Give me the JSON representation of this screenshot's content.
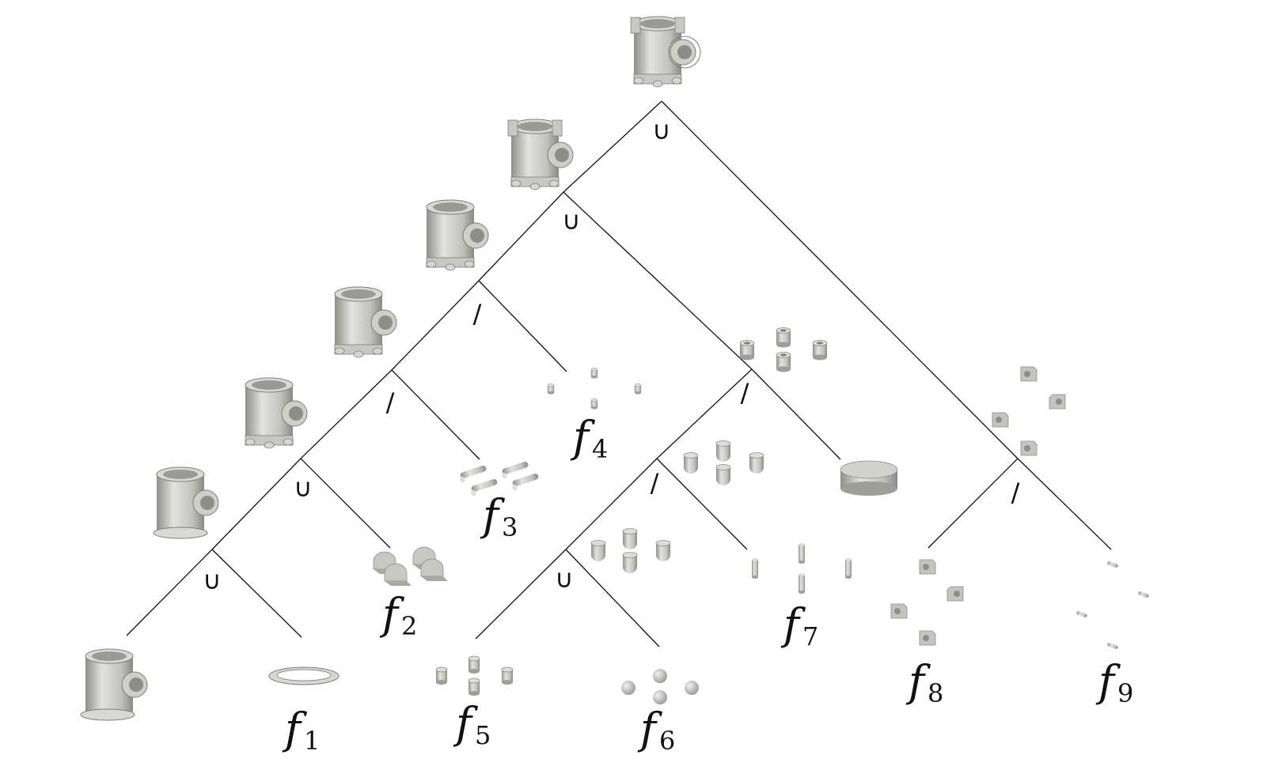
{
  "diagram": {
    "operators": [
      {
        "id": "op-root",
        "symbol": "∪"
      },
      {
        "id": "op-a",
        "symbol": "∪"
      },
      {
        "id": "op-b",
        "symbol": "/"
      },
      {
        "id": "op-c",
        "symbol": "/"
      },
      {
        "id": "op-d",
        "symbol": "∪"
      },
      {
        "id": "op-e",
        "symbol": "∪"
      },
      {
        "id": "op-f",
        "symbol": "/"
      },
      {
        "id": "op-g",
        "symbol": "/"
      },
      {
        "id": "op-h",
        "symbol": "∪"
      },
      {
        "id": "op-i",
        "symbol": "/"
      }
    ],
    "features": [
      {
        "id": "f1",
        "base": "f",
        "sub": "1"
      },
      {
        "id": "f2",
        "base": "f",
        "sub": "2"
      },
      {
        "id": "f3",
        "base": "f",
        "sub": "3"
      },
      {
        "id": "f4",
        "base": "f",
        "sub": "4"
      },
      {
        "id": "f5",
        "base": "f",
        "sub": "5"
      },
      {
        "id": "f6",
        "base": "f",
        "sub": "6"
      },
      {
        "id": "f7",
        "base": "f",
        "sub": "7"
      },
      {
        "id": "f8",
        "base": "f",
        "sub": "8"
      },
      {
        "id": "f9",
        "base": "f",
        "sub": "9"
      }
    ],
    "colors": {
      "edge": "#111111",
      "part_fill": "#c9c9c4",
      "part_dark": "#9c9c96",
      "part_light": "#e4e4e0"
    }
  }
}
